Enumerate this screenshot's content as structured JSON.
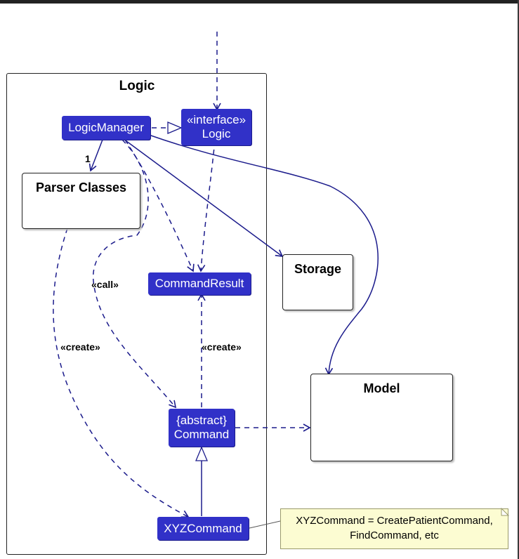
{
  "logic_package": {
    "title": "Logic"
  },
  "classes": {
    "logic_manager": "LogicManager",
    "logic_interface": {
      "stereotype": "«interface»",
      "name": "Logic"
    },
    "parser_classes": "Parser Classes",
    "command_result": "CommandResult",
    "command": {
      "stereotype": "{abstract}",
      "name": "Command"
    },
    "xyz_command": "XYZCommand",
    "storage": "Storage",
    "model": "Model"
  },
  "edge_labels": {
    "multiplicity": "1",
    "call": "«call»",
    "create_parser": "«create»",
    "create_result": "«create»"
  },
  "note": {
    "line1": "XYZCommand = CreatePatientCommand,",
    "line2": "FindCommand, etc"
  },
  "colors": {
    "class_fill": "#3131c8",
    "arrow": "#1c1c8c",
    "note_fill": "#fcfcd2"
  }
}
